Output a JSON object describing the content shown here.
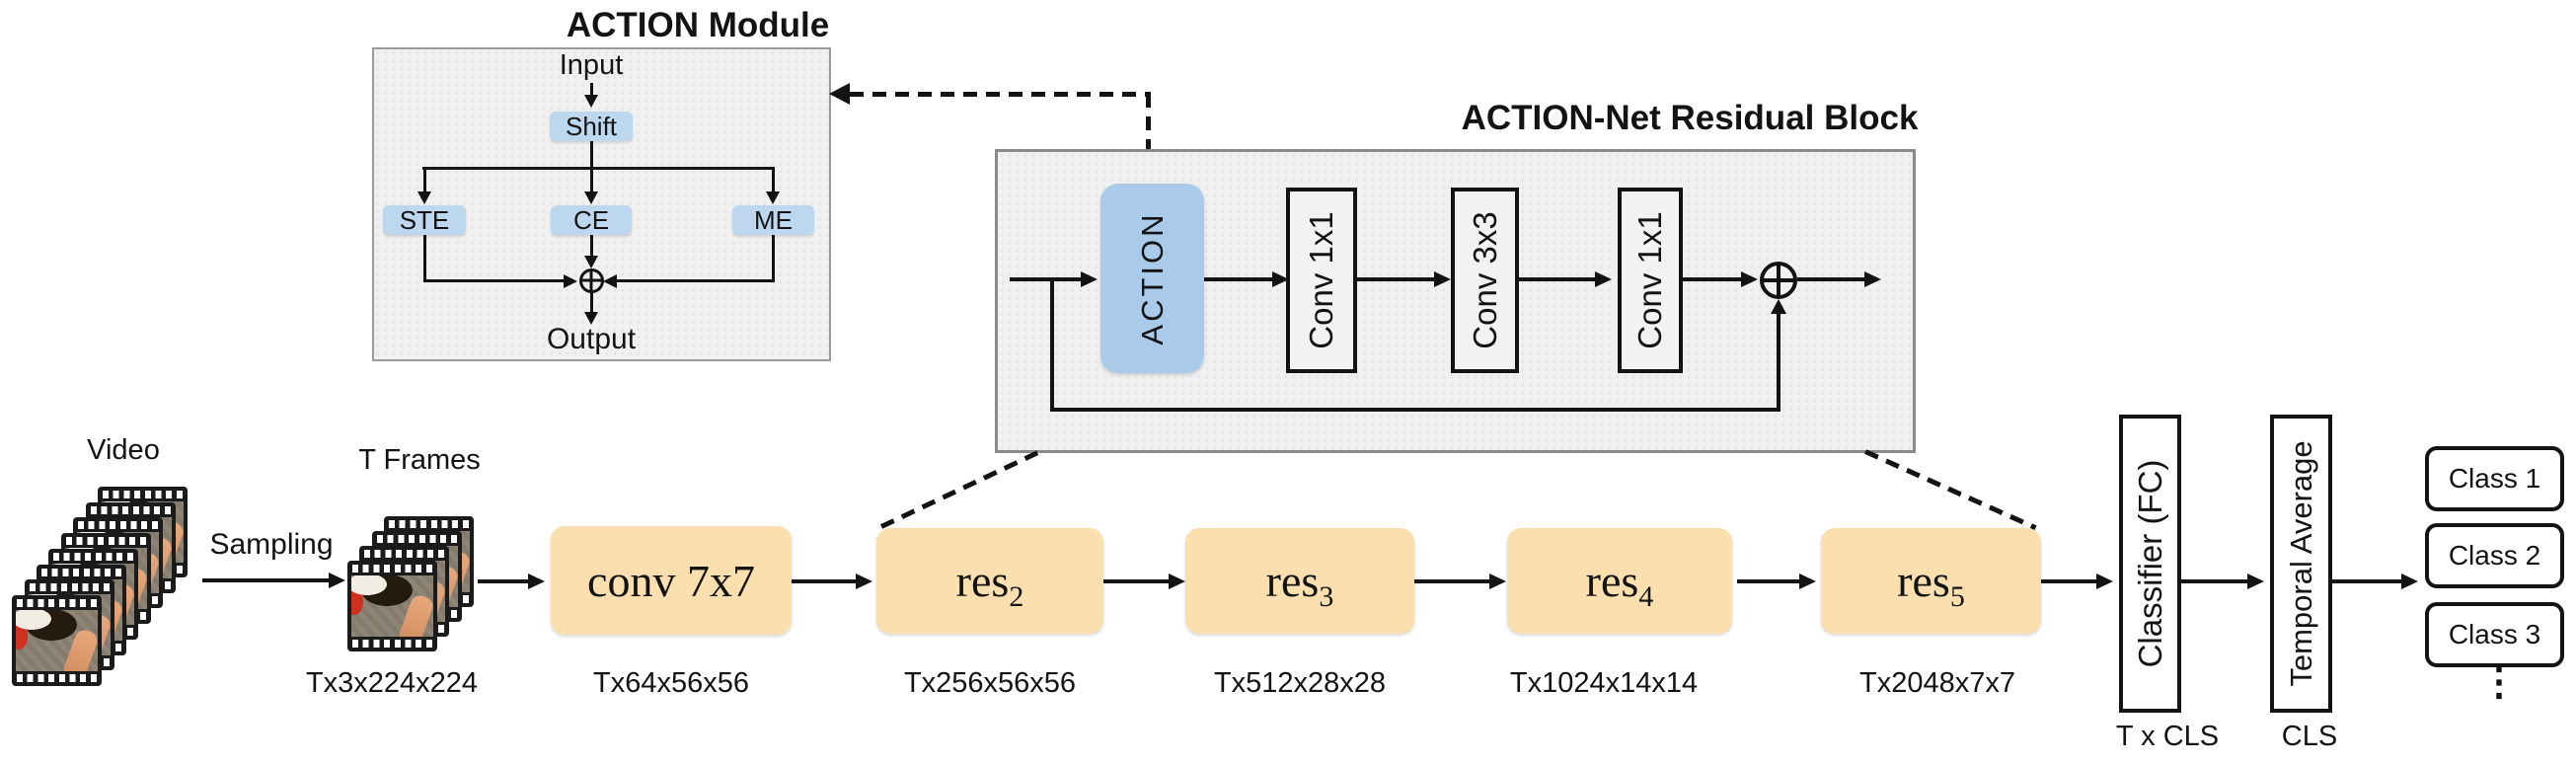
{
  "module": {
    "title": "ACTION Module",
    "input_label": "Input",
    "shift_label": "Shift",
    "branches": [
      "STE",
      "CE",
      "ME"
    ],
    "output_label": "Output"
  },
  "residual_block": {
    "title": "ACTION-Net Residual Block",
    "action_label": "ACTION",
    "conv_layers": [
      "Conv 1x1",
      "Conv 3x3",
      "Conv 1x1"
    ]
  },
  "pipeline": {
    "video_label": "Video",
    "sampling_label": "Sampling",
    "t_frames_label": "T Frames",
    "video_frame_count": 8,
    "sampled_frame_count": 4,
    "input_dims": "Tx3x224x224",
    "stages": [
      {
        "label": "conv 7x7",
        "sub": "",
        "dims": "Tx64x56x56"
      },
      {
        "label": "res",
        "sub": "2",
        "dims": "Tx256x56x56"
      },
      {
        "label": "res",
        "sub": "3",
        "dims": "Tx512x28x28"
      },
      {
        "label": "res",
        "sub": "4",
        "dims": "Tx1024x14x14"
      },
      {
        "label": "res",
        "sub": "5",
        "dims": "Tx2048x7x7"
      }
    ],
    "classifier": {
      "label": "Classifier (FC)",
      "dims": "T x CLS"
    },
    "temporal_average": {
      "label": "Temporal Average",
      "dims": "CLS"
    },
    "classes": [
      "Class 1",
      "Class 2",
      "Class 3"
    ],
    "ellipsis": "⋮"
  },
  "icons": {
    "sum": "circled-plus"
  },
  "colors": {
    "panel_bg": "#f0f0f0",
    "panel_border": "#9a9a9a",
    "blue_light": "#BDD7EE",
    "blue_action": "#A9CBE9",
    "orange": "#FBDFAE",
    "ink": "#131313"
  }
}
